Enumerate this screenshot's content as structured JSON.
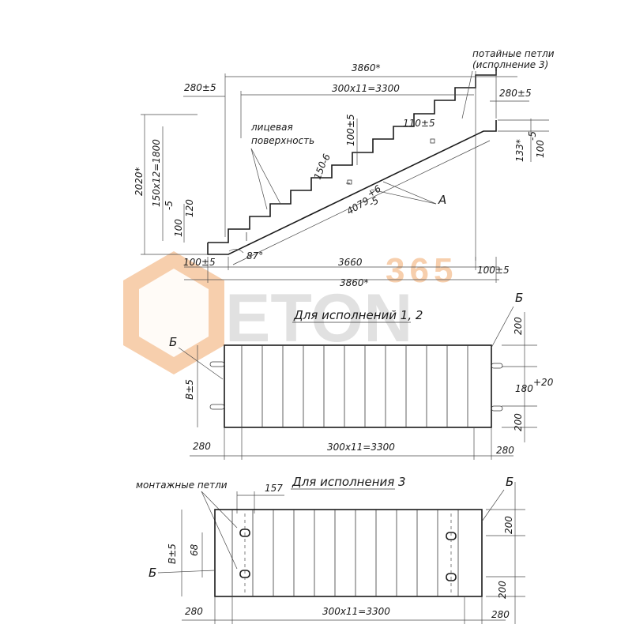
{
  "watermark": {
    "brand_top": "365",
    "brand_main": "ETON",
    "colors": {
      "hex_outer": "#f6c79f",
      "hex_inner": "#efe6dc",
      "letters": "#dcdcdc",
      "top": "#f6c79f"
    }
  },
  "side_view": {
    "overall_top": "3860*",
    "steps_top": "300x11=3300",
    "left_top": "280±5",
    "right_top": "280±5",
    "hidden_loops_line1": "потайные петли",
    "hidden_loops_line2": "(исполнение 3)",
    "face_surface_line1": "лицевая",
    "face_surface_line2": "поверхность",
    "height_total": "2020*",
    "rise_total": "150x12=1800",
    "dim_120": "120",
    "dim_100_left": "100",
    "dim_100_left_tol": "-5",
    "dim_100_top": "100±5",
    "dim_110": "110±5",
    "dim_150": "150",
    "dim_150_tol": "-6",
    "slope_length": "4079",
    "slope_tol_up": "+6",
    "slope_tol_down": "-5",
    "label_a": "А",
    "angle_87": "87°",
    "dim_133": "133*",
    "dim_100_right": "100",
    "dim_100_right_tol": "-5",
    "bottom_left": "100±5",
    "bottom_mid": "3660",
    "bottom_right": "100±5",
    "bottom_overall": "3860*"
  },
  "plan_1": {
    "title": "Для исполнений 1, 2",
    "label_b_left": "Б",
    "label_b_right": "Б",
    "width_label": "В±5",
    "dim_200_top": "200",
    "dim_180": "180",
    "dim_180_tol": "+20",
    "dim_200_bottom": "200",
    "dim_left": "280",
    "dim_mid": "300x11=3300",
    "dim_right": "280"
  },
  "plan_3": {
    "title": "Для исполнения 3",
    "loops_label": "монтажные петли",
    "dim_157": "157",
    "label_b_left": "Б",
    "label_b_right": "Б",
    "width_label": "В±5",
    "dim_68": "68",
    "dim_200_top": "200",
    "dim_200_bottom": "200",
    "dim_left": "280",
    "dim_mid": "300x11=3300",
    "dim_right": "280"
  }
}
